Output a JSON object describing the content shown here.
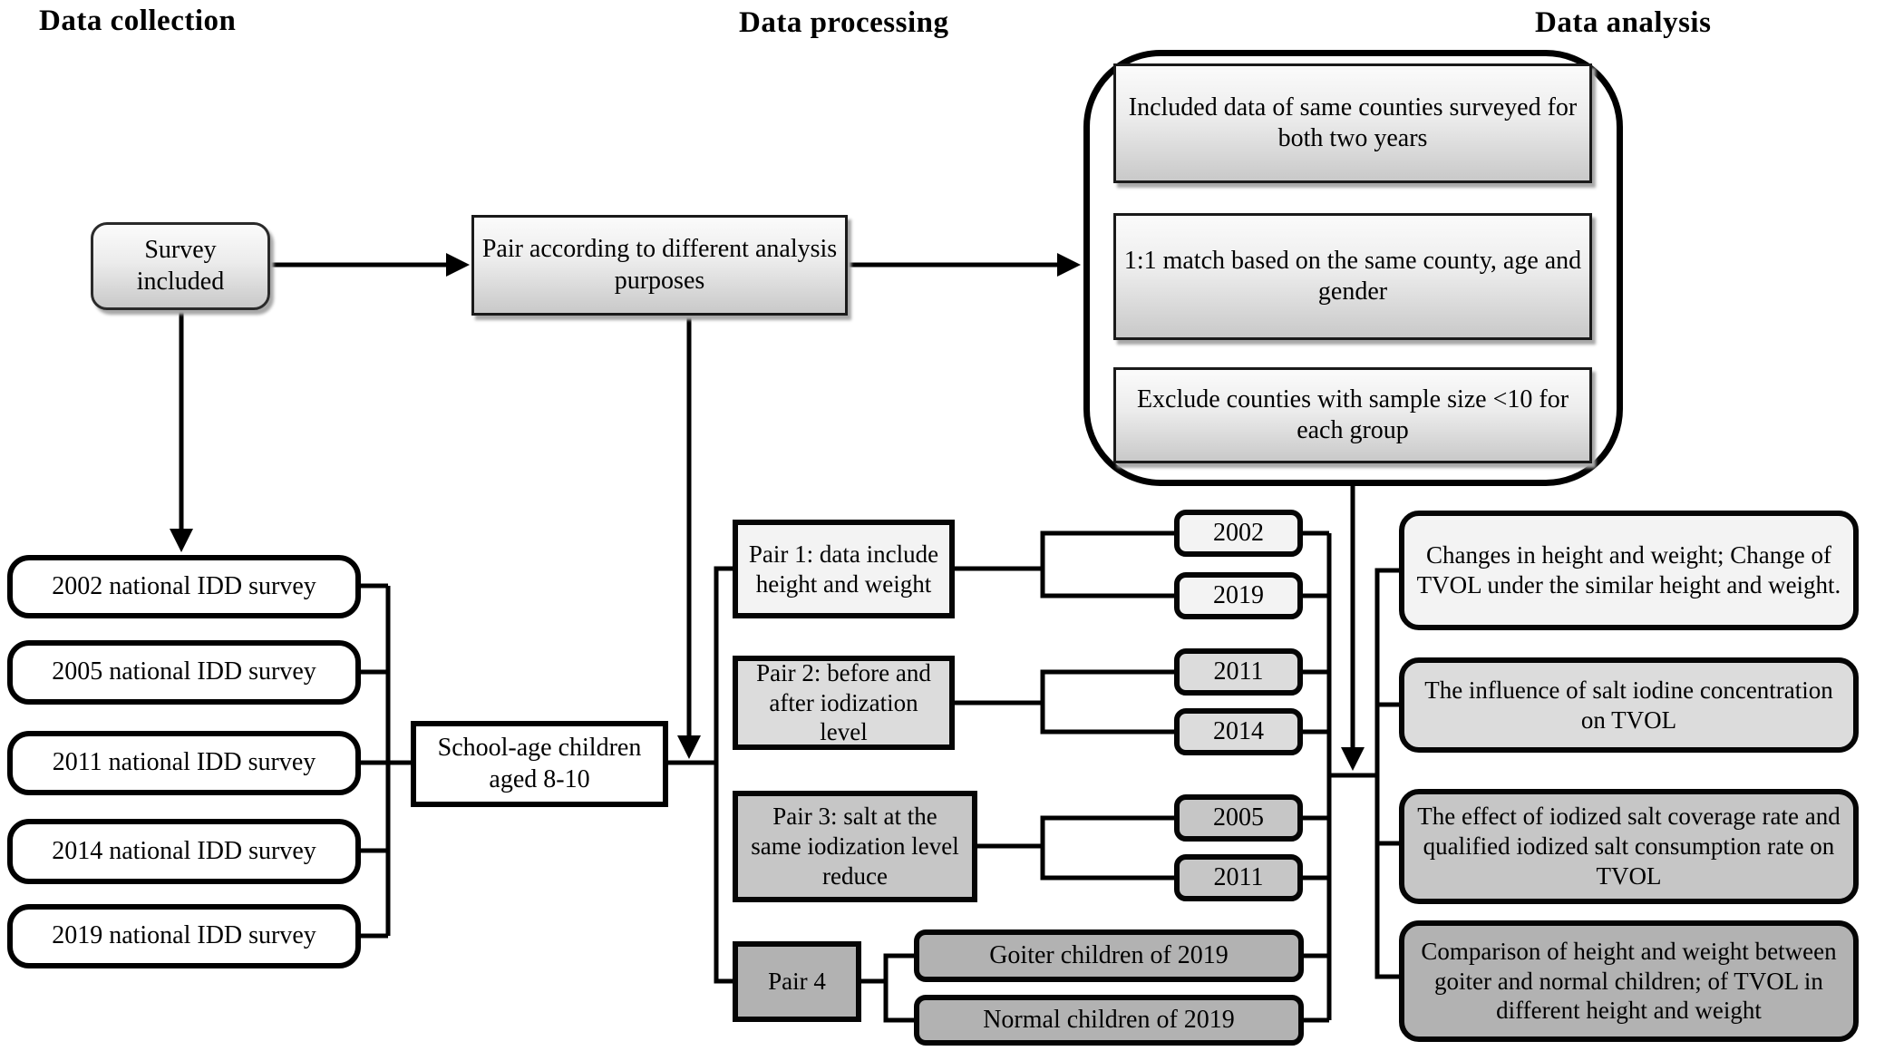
{
  "headings": {
    "collection": "Data collection",
    "processing": "Data processing",
    "analysis": "Data analysis"
  },
  "collection": {
    "survey_included": "Survey included",
    "surveys": [
      "2002 national IDD survey",
      "2005 national IDD survey",
      "2011 national IDD survey",
      "2014 national IDD survey",
      "2019 national IDD survey"
    ],
    "school_age": "School-age children aged 8-10"
  },
  "processing": {
    "pair_box": "Pair according to different analysis purposes",
    "criteria": [
      "Included data of same counties surveyed for both two years",
      "1:1 match based on the same county, age and gender",
      "Exclude counties with sample size <10 for each group"
    ],
    "pairs": [
      {
        "label": "Pair 1: data include height and weight",
        "years": [
          "2002",
          "2019"
        ]
      },
      {
        "label": "Pair 2: before and after iodization level",
        "years": [
          "2011",
          "2014"
        ]
      },
      {
        "label": "Pair 3: salt at the same iodization level reduce",
        "years": [
          "2005",
          "2011"
        ]
      },
      {
        "label": "Pair 4",
        "years": [
          "Goiter children of 2019",
          "Normal children of 2019"
        ]
      }
    ]
  },
  "analysis": {
    "outcomes": [
      "Changes in height and weight; Change of TVOL under the similar height and weight.",
      "The influence of salt iodine concentration on TVOL",
      "The effect of iodized salt coverage rate and qualified iodized salt consumption rate on TVOL",
      "Comparison of height and weight between goiter and normal children; of TVOL in different height and weight"
    ]
  },
  "colors": {
    "line": "#000000",
    "fill_lightest": "#f3f3f3",
    "fill_light": "#dcdcdc",
    "fill_medium": "#c6c6c6",
    "fill_dark": "#b2b2b2"
  }
}
